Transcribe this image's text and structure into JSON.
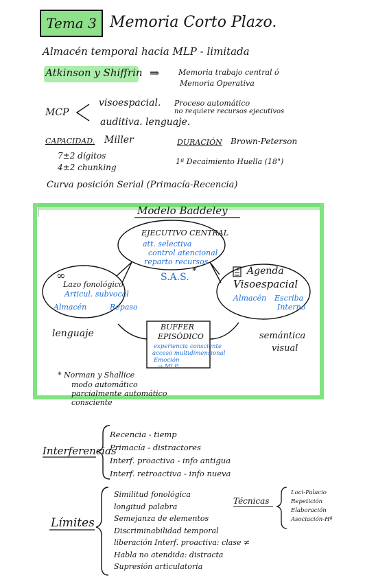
{
  "header": {
    "tag": "Tema 3",
    "title": "Memoria Corto Plazo."
  },
  "intro": {
    "line1": "Almacén temporal hacia MLP - limitada",
    "atkinson": "Atkinson y Shiffrin",
    "arrow": "⇒",
    "atkinson_note_1": "Memoria trabajo central ó",
    "atkinson_note_2": "Memoria Operativa"
  },
  "mcp": {
    "label": "MCP",
    "visual": "visoespacial.",
    "visual_note_1": "Proceso automático",
    "visual_note_2": "no requiere recursos ejecutivos",
    "auditiva": "auditiva. lenguaje."
  },
  "capacidad": {
    "label": "CAPACIDAD.",
    "author": "Miller",
    "line1": "7±2 dígitos",
    "line2": "4±2 chunking"
  },
  "duracion": {
    "label": "DURACIÓN",
    "author": "Brown-Peterson",
    "line1": "1ª Decaimiento Huella (18\")"
  },
  "curva": "Curva posición Serial (Primacía-Recencia)",
  "baddeley": {
    "title": "Modelo Baddeley",
    "central": {
      "title": "EJECUTIVO CENTRAL",
      "items": [
        "att. selectiva",
        "control atencional",
        "reparto recursos"
      ]
    },
    "sas": "S.A.S.",
    "sas_mark": "*",
    "lazo": {
      "icon": "∞",
      "title": "Lazo fonológico",
      "sub": "Articul. subvocal",
      "left": "Almacén",
      "right": "Repaso"
    },
    "agenda": {
      "title_1": "Agenda",
      "title_2": "Visoespacial",
      "left": "Almacén",
      "right_1": "Escriba",
      "right_2": "Interno"
    },
    "buffer": {
      "title_1": "BUFFER",
      "title_2": "EPISÓDICO",
      "items": [
        "experiencia consciente",
        "acceso multidimensional",
        "Emoción",
        "→ MLP"
      ]
    },
    "lenguaje": "lenguaje",
    "semantica_1": "semántica",
    "semantica_2": "visual",
    "norman": {
      "title": "* Norman y Shallice",
      "items": [
        "modo automático",
        "parcialmente automático",
        "consciente"
      ]
    }
  },
  "interferencias": {
    "label": "Interferencias",
    "items": [
      "Recencia - tiemp",
      "Primacía - distractores",
      "Interf. proactiva - info antigua",
      "Interf. retroactiva - info nueva"
    ]
  },
  "limites": {
    "label": "Límites",
    "items": [
      "Similitud fonológica",
      "longitud palabra",
      "Semejanza de elementos",
      "Discriminabilidad temporal",
      "liberación Interf. proactiva: clase ≠",
      "Habla no atendida: distracta",
      "Supresión articulatoria"
    ]
  },
  "tecnicas": {
    "label": "Técnicas",
    "items": [
      "Loci-Palacio",
      "Repetición",
      "Elaboración",
      "Asociación-Hª"
    ]
  }
}
